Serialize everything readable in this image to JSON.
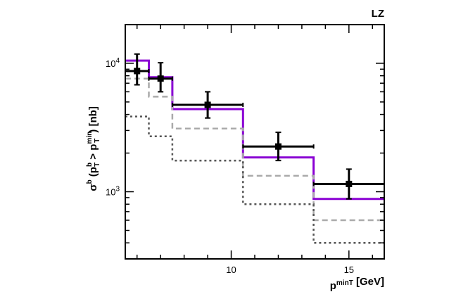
{
  "chart_data": {
    "type": "line",
    "title": "",
    "corner_label": "LZ",
    "xlabel": {
      "base": "p",
      "sub": "T",
      "sup": "min",
      "rest": " [GeV]"
    },
    "ylabel": {
      "sigma": "σ",
      "sigma_sup": "b",
      "open": " (p",
      "p_sup": "b",
      "p_sub": "T",
      "gt": " > p",
      "pmin_sup": "min",
      "pmin_sub": "T",
      "close": ")",
      "units": " [nb]"
    },
    "xlim": [
      5.5,
      16.5
    ],
    "ylim": [
      300,
      20000
    ],
    "yscale": "log",
    "x_ticks": [
      {
        "value": 10,
        "label": "10"
      },
      {
        "value": 15,
        "label": "15"
      }
    ],
    "y_ticks": [
      {
        "value": 1000,
        "base": "10",
        "exp": "3"
      },
      {
        "value": 10000,
        "base": "10",
        "exp": "4"
      }
    ],
    "bin_edges": [
      5.5,
      6.5,
      7.5,
      10.5,
      13.5,
      16.5
    ],
    "series": [
      {
        "key": "purple",
        "style": "solid",
        "color": "#8a00d4",
        "values": [
          10500,
          7800,
          4400,
          1850,
          880
        ]
      },
      {
        "key": "lightgray",
        "style": "dashed",
        "color": "#aaaaaa",
        "values": [
          7600,
          5500,
          3100,
          1330,
          600
        ]
      },
      {
        "key": "darkgray",
        "style": "dotted",
        "color": "#555555",
        "values": [
          3850,
          2700,
          1750,
          800,
          400
        ]
      }
    ],
    "data_points": [
      {
        "x": 6.0,
        "y": 8700,
        "xerr": [
          5.5,
          6.5
        ],
        "yerr": [
          6800,
          11800
        ]
      },
      {
        "x": 7.0,
        "y": 7600,
        "xerr": [
          6.5,
          7.5
        ],
        "yerr": [
          6000,
          10100
        ]
      },
      {
        "x": 9.0,
        "y": 4750,
        "xerr": [
          7.5,
          10.5
        ],
        "yerr": [
          3750,
          6000
        ]
      },
      {
        "x": 12.0,
        "y": 2250,
        "xerr": [
          10.5,
          13.5
        ],
        "yerr": [
          1750,
          2900
        ]
      },
      {
        "x": 15.0,
        "y": 1150,
        "xerr": [
          13.5,
          16.5
        ],
        "yerr": [
          880,
          1500
        ]
      }
    ],
    "grid": false
  }
}
